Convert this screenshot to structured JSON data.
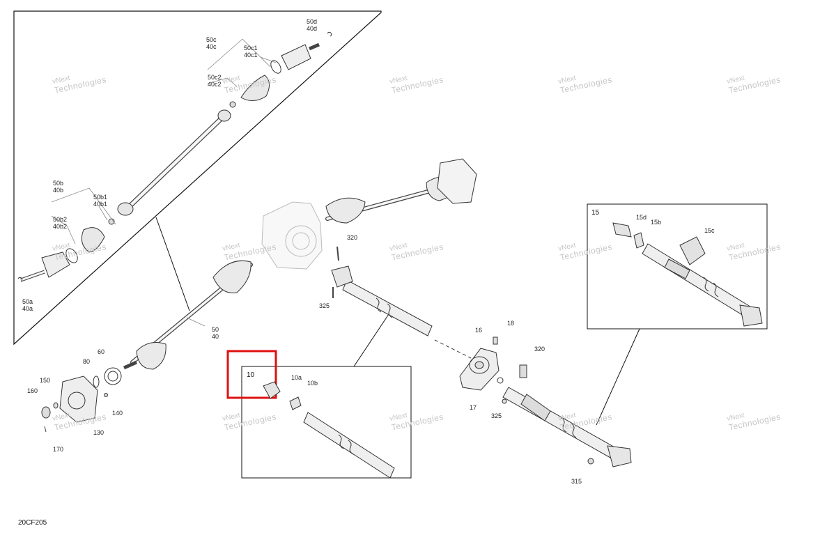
{
  "diagram": {
    "code": "20CF205",
    "watermark": {
      "line1": "vNext",
      "line2": "Technologies"
    },
    "highlight_color": "#e01010",
    "callouts": {
      "c50c": "50c",
      "c40c": "40c",
      "c50d": "50d",
      "c40d": "40d",
      "c50c1": "50c1",
      "c40c1": "40c1",
      "c50c2": "50c2",
      "c40c2": "40c2",
      "c50b": "50b",
      "c40b": "40b",
      "c50b1": "50b1",
      "c40b1": "40b1",
      "c50b2": "50b2",
      "c40b2": "40b2",
      "c50a": "50a",
      "c40a": "40a",
      "c50": "50",
      "c40": "40",
      "c60": "60",
      "c80": "80",
      "c150": "150",
      "c160": "160",
      "c140": "140",
      "c130": "130",
      "c170": "170",
      "c320a": "320",
      "c325a": "325",
      "c16": "16",
      "c18": "18",
      "c17": "17",
      "c320b": "320",
      "c325b": "325",
      "c315": "315",
      "c10": "10",
      "c10a": "10a",
      "c10b": "10b",
      "c15": "15",
      "c15d": "15d",
      "c15b": "15b",
      "c15c": "15c"
    }
  }
}
